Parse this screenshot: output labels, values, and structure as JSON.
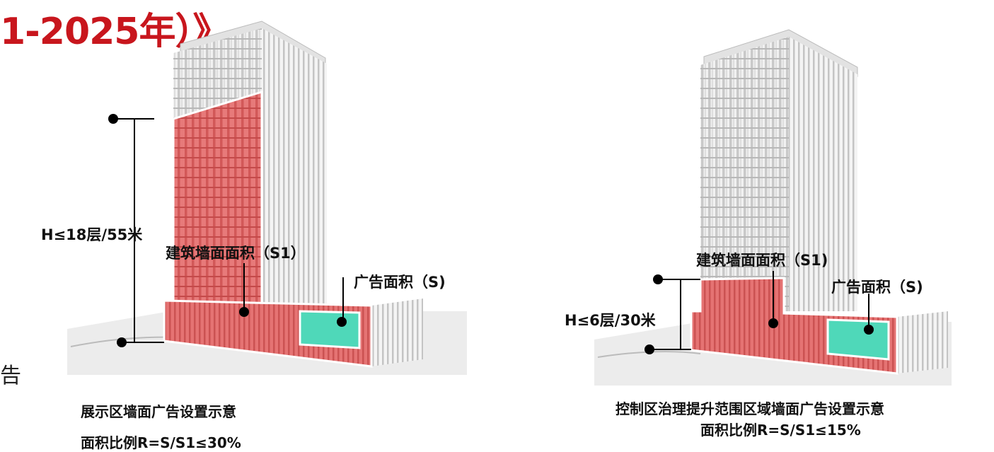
{
  "title": "1-2025年）》",
  "side_char": "告",
  "left_diagram": {
    "height_label": "H≤18层/55米",
    "wall_label": "建筑墙面面积（S1）",
    "ad_label": "广告面积（S)",
    "caption_line1": "展示区墙面广告设置示意",
    "caption_line2": "面积比例R=S/S1≤30%"
  },
  "right_diagram": {
    "height_label": "H≤6层/30米",
    "wall_label": "建筑墙面面积（S1)",
    "ad_label": "广告面积（S)",
    "caption_line1": "控制区治理提升范围区域墙面广告设置示意",
    "caption_line2": "面积比例R=S/S1≤15%"
  },
  "colors": {
    "title_red": "#c8161d",
    "wall_red": "#e06b6b",
    "ad_teal": "#4fd8b9",
    "building_grey": "#d9d9d9"
  }
}
